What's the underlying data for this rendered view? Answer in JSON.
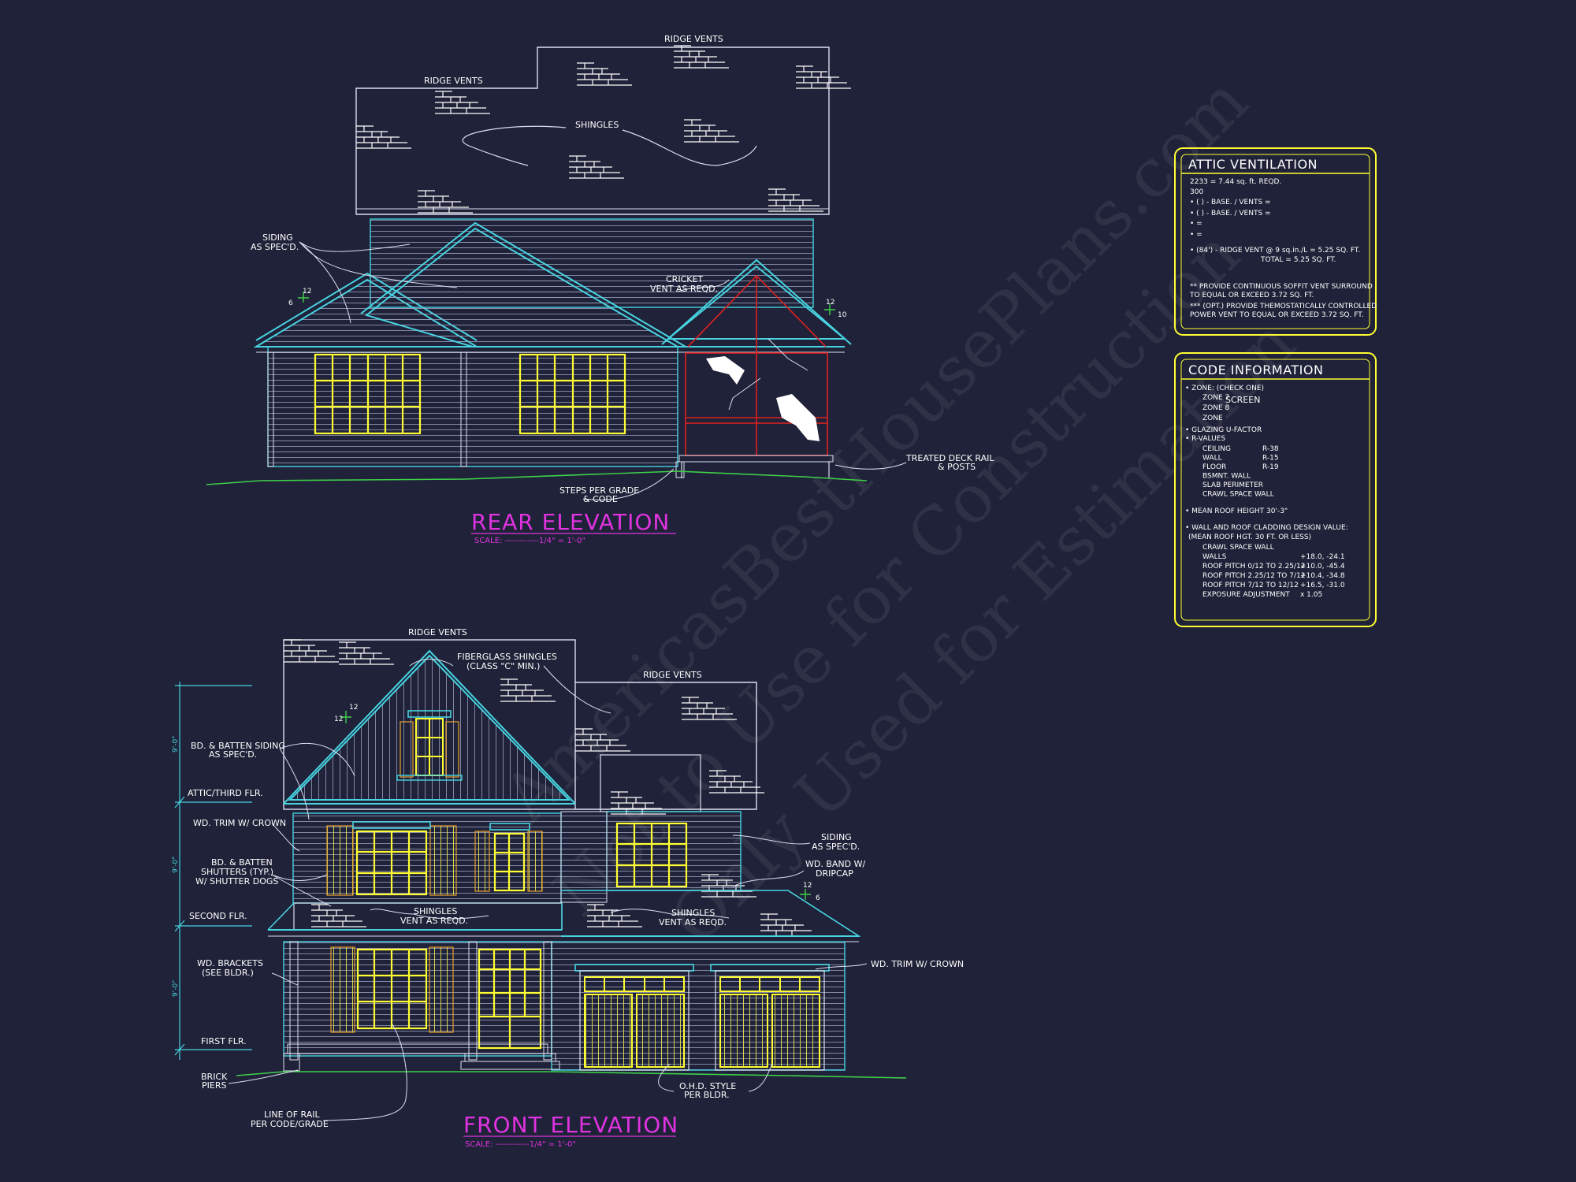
{
  "colors": {
    "background": "#1f2238",
    "outline": "#dcdff0",
    "cyan": "#47d3e0",
    "yellow": "#ffff33",
    "magenta": "#e033e0",
    "red": "#e02020",
    "green": "#3fd04a"
  },
  "rear": {
    "title": "REAR ELEVATION",
    "scale": "SCALE: ------------1/4\" = 1'-0\"",
    "labels": {
      "ridge_vents_a": "RIDGE VENTS",
      "ridge_vents_b": "RIDGE VENTS",
      "shingles": "SHINGLES",
      "siding_1": "SIDING",
      "siding_2": "AS SPEC'D.",
      "cricket_1": "CRICKET",
      "cricket_2": "VENT AS REQD.",
      "deck_1": "TREATED DECK RAIL",
      "deck_2": "& POSTS",
      "steps_1": "STEPS PER GRADE",
      "steps_2": "& CODE",
      "pitch_12a": "12",
      "pitch_6": "6",
      "pitch_12b": "12",
      "pitch_10": "10"
    }
  },
  "front": {
    "title": "FRONT ELEVATION",
    "scale": "SCALE: ------------1/4\" = 1'-0\"",
    "labels": {
      "ridge_vents_a": "RIDGE VENTS",
      "ridge_vents_b": "RIDGE VENTS",
      "fiberglass_1": "FIBERGLASS SHINGLES",
      "fiberglass_2": "(CLASS \"C\" MIN.)",
      "bb_siding_1": "BD. & BATTEN SIDING",
      "bb_siding_2": "AS SPEC'D.",
      "attic_flr": "ATTIC/THIRD FLR.",
      "wd_trim_left": "WD. TRIM W/ CROWN",
      "shutters_1": "BD. & BATTEN",
      "shutters_2": "SHUTTERS (TYP.)",
      "shutters_3": "W/ SHUTTER DOGS",
      "second_flr": "SECOND FLR.",
      "brackets_1": "WD. BRACKETS",
      "brackets_2": "(SEE BLDR.)",
      "first_flr": "FIRST FLR.",
      "brick_1": "BRICK",
      "brick_2": "PIERS",
      "rail_1": "LINE OF RAIL",
      "rail_2": "PER CODE/GRADE",
      "shingles_1a": "SHINGLES",
      "shingles_1b": "VENT AS REQD.",
      "shingles_2a": "SHINGLES",
      "shingles_2b": "VENT AS REQD.",
      "siding_1": "SIDING",
      "siding_2": "AS SPEC'D.",
      "band_1": "WD. BAND W/",
      "band_2": "DRIPCAP",
      "wd_trim_right": "WD. TRIM W/ CROWN",
      "ohd_1": "O.H.D. STYLE",
      "ohd_2": "PER BLDR.",
      "dim_1": "9'-0\"",
      "dim_2": "9'-0\"",
      "dim_3": "9'-0\"",
      "pitch_12a": "12",
      "pitch_12b": "12",
      "pitch_6": "6",
      "pitch_12c": "12"
    }
  },
  "attic_ventilation": {
    "title": "ATTIC VENTILATION",
    "lines": [
      "2233 = 7.44 sq. ft. REQD.",
      "300",
      "• (   ) -        BASE.  /  VENTS  =",
      "• (   ) -        BASE.  /  VENTS  =",
      "•                                              =",
      "•                                              =",
      "• (84') - RIDGE VENT @ 9 sq.in./L = 5.25 SQ. FT.",
      "TOTAL       = 5.25 SQ. FT.",
      "** PROVIDE CONTINUOUS SOFFIT VENT SURROUND",
      "   TO EQUAL OR EXCEED  3.72 SQ. FT.",
      "*** (OPT.) PROVIDE THEMOSTATICALLY CONTROLLED",
      "   POWER VENT TO EQUAL OR EXCEED 3.72 SQ. FT."
    ]
  },
  "code_information": {
    "title": "CODE INFORMATION",
    "zone_header": "• ZONE: (CHECK ONE)",
    "zone_lines": [
      "ZONE 7",
      "ZONE 8",
      "ZONE"
    ],
    "screen": "SCREEN",
    "glazing": "• GLAZING U-FACTOR",
    "rvalues": "• R-VALUES",
    "rvalue_rows": [
      {
        "name": "CEILING",
        "val": "R-38"
      },
      {
        "name": "WALL",
        "val": "R-15"
      },
      {
        "name": "FLOOR",
        "val": "R-19"
      },
      {
        "name": "BSMNT. WALL",
        "val": ""
      },
      {
        "name": "SLAB PERIMETER",
        "val": ""
      },
      {
        "name": "CRAWL SPACE WALL",
        "val": ""
      }
    ],
    "mean_roof": "• MEAN ROOF HEIGHT  30'-3\"",
    "cladding_1": "• WALL AND ROOF CLADDING DESIGN VALUE:",
    "cladding_2": "(MEAN ROOF HGT. 30 FT. OR LESS)",
    "cladding_rows": [
      {
        "name": "CRAWL SPACE WALL",
        "val": ""
      },
      {
        "name": "WALLS",
        "val": "+18.0, -24.1"
      },
      {
        "name": "ROOF PITCH 0/12 TO 2.25/12",
        "val": "+10.0, -45.4"
      },
      {
        "name": "ROOF PITCH 2.25/12 TO 7/12",
        "val": "+10.4, -34.8"
      },
      {
        "name": "ROOF PITCH 7/12 TO 12/12",
        "val": "+16.5, -31.0"
      },
      {
        "name": "EXPOSURE ADJUSTMENT",
        "val": "x 1.05"
      }
    ]
  },
  "watermark": {
    "line_1": "AmericasBestHousePlans.com",
    "line_2": "Not to Use for Construction",
    "line_3": "Only Used for Estimation"
  }
}
